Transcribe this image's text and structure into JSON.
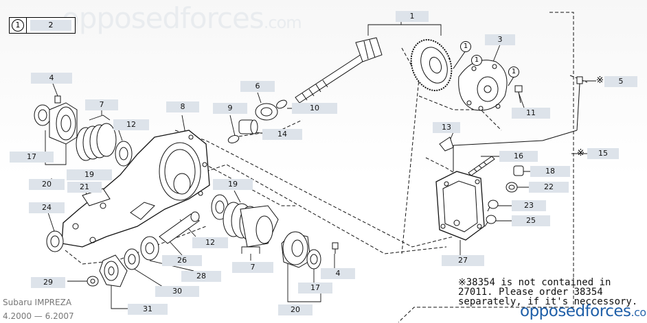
{
  "watermark": {
    "name": "opposedforces",
    "domain": ".com"
  },
  "legend": {
    "symbol": "1",
    "part_number": "2"
  },
  "vehicle": {
    "model": "Subaru IMPREZA",
    "years": "4.2000 — 6.2007"
  },
  "note": {
    "text": "※38354 is not contained in 27011. Please order 38354 separately, if it's neccessory."
  },
  "callouts": [
    {
      "id": "c1",
      "label": "1"
    },
    {
      "id": "c3",
      "label": "3"
    },
    {
      "id": "c4a",
      "label": "4"
    },
    {
      "id": "c5",
      "label": "5"
    },
    {
      "id": "c6",
      "label": "6"
    },
    {
      "id": "c7a",
      "label": "7"
    },
    {
      "id": "c8",
      "label": "8"
    },
    {
      "id": "c9",
      "label": "9"
    },
    {
      "id": "c10",
      "label": "10"
    },
    {
      "id": "c11",
      "label": "11"
    },
    {
      "id": "c12a",
      "label": "12"
    },
    {
      "id": "c13",
      "label": "13"
    },
    {
      "id": "c14",
      "label": "14"
    },
    {
      "id": "c15",
      "label": "15"
    },
    {
      "id": "c16",
      "label": "16"
    },
    {
      "id": "c17a",
      "label": "17"
    },
    {
      "id": "c18",
      "label": "18"
    },
    {
      "id": "c19a",
      "label": "19"
    },
    {
      "id": "c19b",
      "label": "19"
    },
    {
      "id": "c20a",
      "label": "20"
    },
    {
      "id": "c21",
      "label": "21"
    },
    {
      "id": "c22",
      "label": "22"
    },
    {
      "id": "c23",
      "label": "23"
    },
    {
      "id": "c24",
      "label": "24"
    },
    {
      "id": "c25",
      "label": "25"
    },
    {
      "id": "c12b",
      "label": "12"
    },
    {
      "id": "c26",
      "label": "26"
    },
    {
      "id": "c7b",
      "label": "7"
    },
    {
      "id": "c27",
      "label": "27"
    },
    {
      "id": "c28",
      "label": "28"
    },
    {
      "id": "c4b",
      "label": "4"
    },
    {
      "id": "c17b",
      "label": "17"
    },
    {
      "id": "c29",
      "label": "29"
    },
    {
      "id": "c30",
      "label": "30"
    },
    {
      "id": "c31",
      "label": "31"
    },
    {
      "id": "c20b",
      "label": "20"
    }
  ],
  "markers": [
    {
      "id": "m1",
      "label": "1"
    },
    {
      "id": "m2",
      "label": "1"
    },
    {
      "id": "m3",
      "label": "1"
    }
  ],
  "asterisks": {
    "a5": "※",
    "a15": "※"
  }
}
